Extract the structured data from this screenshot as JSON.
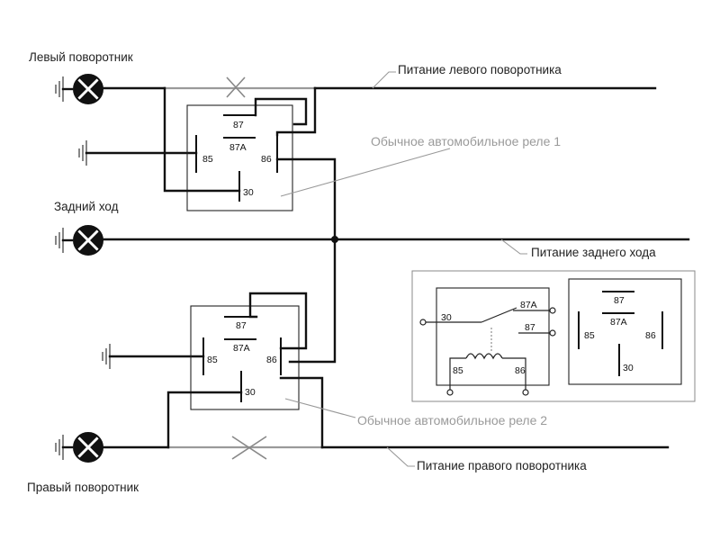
{
  "labels": {
    "left_lamp": "Левый поворотник",
    "reverse_lamp": "Задний ход",
    "right_lamp": "Правый поворотник",
    "left_power": "Питание левого поворотника",
    "reverse_power": "Питание заднего хода",
    "right_power": "Питание правого поворотника",
    "relay1": "Обычное автомобильное реле 1",
    "relay2": "Обычное автомобильное реле  2"
  },
  "pins": {
    "p87": "87",
    "p87a": "87A",
    "p85": "85",
    "p86": "86",
    "p30": "30"
  },
  "colors": {
    "wire": "#111111",
    "cut_wire": "#999999",
    "cross": "#888888",
    "note_text": "#9a9a9a"
  }
}
